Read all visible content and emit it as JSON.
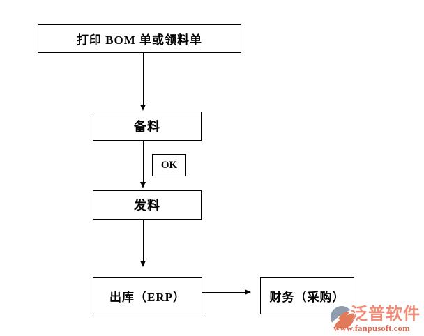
{
  "colors": {
    "background": "#ffffff",
    "line": "#000000",
    "brand_text": "#ee8b76",
    "url_text": "#dd6950",
    "logo_coral": "#e07a58",
    "logo_slate": "#8f9cab"
  },
  "flowchart": {
    "nodes": [
      {
        "id": "print-bom",
        "label": "打印 BOM 单或领料单"
      },
      {
        "id": "prepare-material",
        "label": "备料"
      },
      {
        "id": "ok",
        "label": "OK"
      },
      {
        "id": "issue-material",
        "label": "发料"
      },
      {
        "id": "outbound-erp",
        "label": "出库（ERP）"
      },
      {
        "id": "finance-purchase",
        "label": "财务（采购）"
      }
    ],
    "edges": [
      {
        "from": "print-bom",
        "to": "prepare-material"
      },
      {
        "from": "prepare-material",
        "to": "issue-material",
        "label": "OK"
      },
      {
        "from": "issue-material",
        "to": "outbound-erp"
      },
      {
        "from": "outbound-erp",
        "to": "finance-purchase"
      }
    ]
  },
  "watermark": {
    "brand": "泛普软件",
    "url": "www.fanpusoft.com"
  }
}
